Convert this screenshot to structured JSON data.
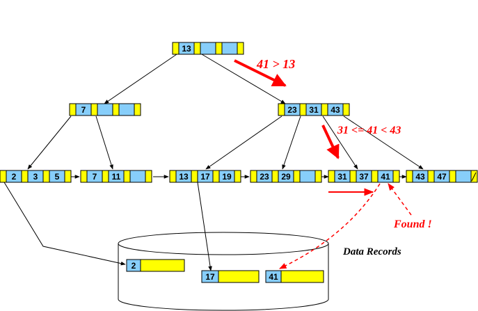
{
  "colors": {
    "pointer_slot": "#ffff00",
    "key_slot": "#87cefa",
    "highlight": "#ff0000",
    "line": "#000000"
  },
  "tree": {
    "root": {
      "keys": [
        "13",
        "",
        "",
        ""
      ]
    },
    "internal_left": {
      "keys": [
        "7",
        "",
        "",
        ""
      ]
    },
    "internal_right": {
      "keys": [
        "23",
        "31",
        "43",
        ""
      ]
    },
    "leaves": [
      {
        "keys": [
          "2",
          "3",
          "5",
          ""
        ]
      },
      {
        "keys": [
          "7",
          "11",
          "",
          ""
        ]
      },
      {
        "keys": [
          "13",
          "17",
          "19",
          ""
        ]
      },
      {
        "keys": [
          "23",
          "29",
          "",
          ""
        ]
      },
      {
        "keys": [
          "31",
          "37",
          "41",
          ""
        ]
      },
      {
        "keys": [
          "43",
          "47",
          "",
          ""
        ]
      }
    ]
  },
  "annotations": {
    "compare_root": "41 > 13",
    "compare_internal": "31 <= 41 < 43",
    "found": "Found !"
  },
  "data_records": {
    "label": "Data Records",
    "records": [
      "2",
      "17",
      "41"
    ]
  }
}
